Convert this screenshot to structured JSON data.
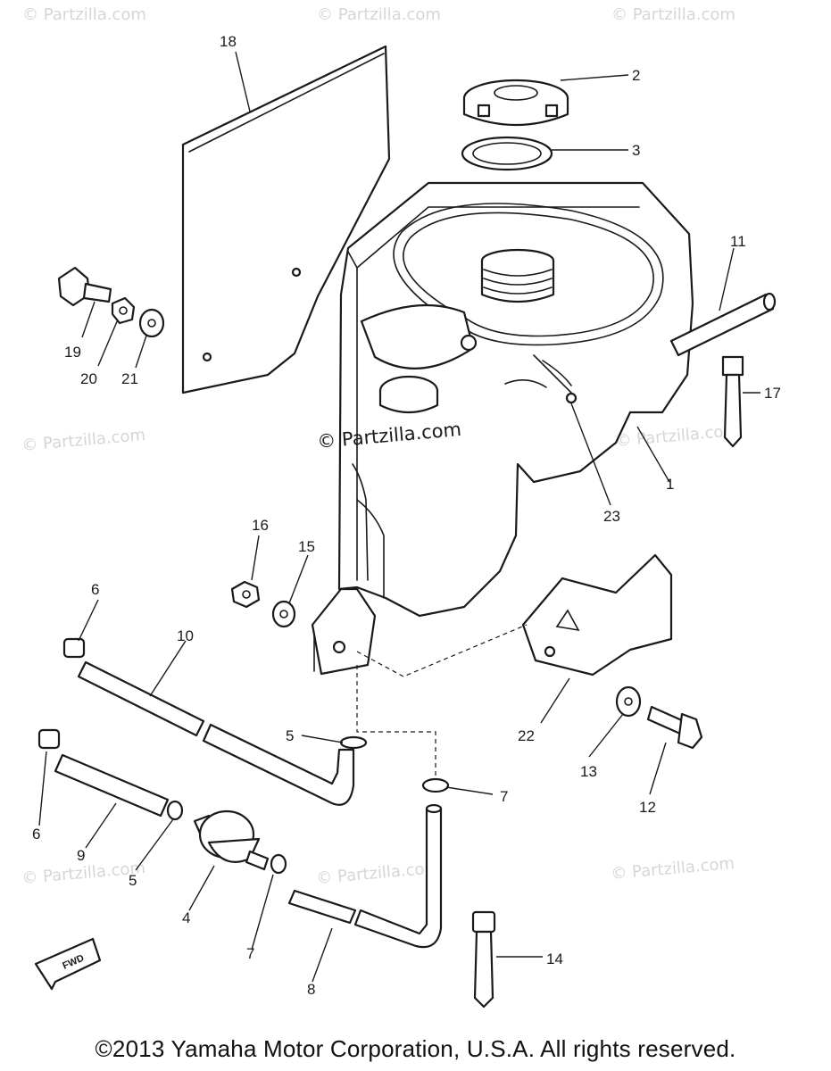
{
  "watermark": "© Partzilla.com",
  "center_watermark": "© Partzilla.com",
  "fwd_label": "FWD",
  "copyright": "©2013 Yamaha Motor Corporation, U.S.A. All rights reserved.",
  "callouts": {
    "c1": "1",
    "c2": "2",
    "c3": "3",
    "c4": "4",
    "c5a": "5",
    "c5b": "5",
    "c6a": "6",
    "c6b": "6",
    "c7a": "7",
    "c7b": "7",
    "c8": "8",
    "c9": "9",
    "c10": "10",
    "c11": "11",
    "c12": "12",
    "c13": "13",
    "c14": "14",
    "c15": "15",
    "c16": "16",
    "c17": "17",
    "c18": "18",
    "c19": "19",
    "c20": "20",
    "c21": "21",
    "c22": "22",
    "c23": "23"
  },
  "colors": {
    "line": "#1a1a1a",
    "watermark": "#d6d6d6",
    "background": "#ffffff"
  }
}
